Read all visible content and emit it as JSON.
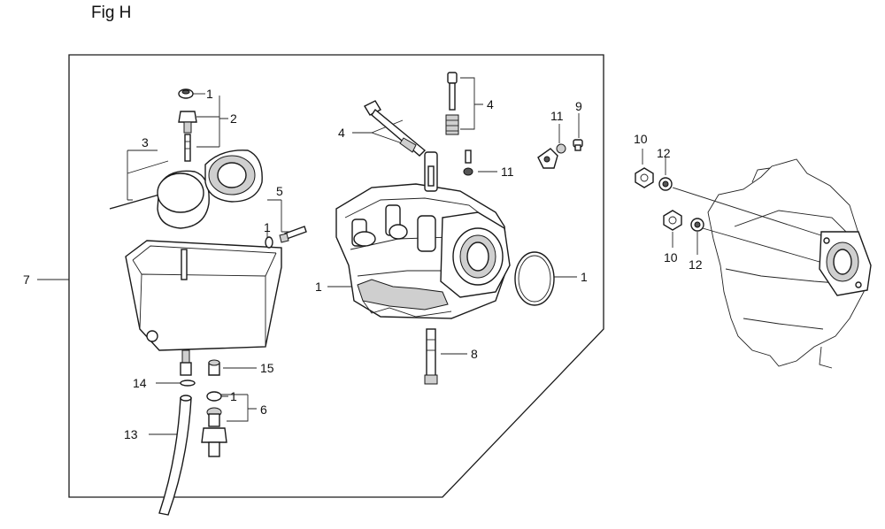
{
  "figure": {
    "title": "Fig H"
  },
  "callouts": {
    "c1_a": "1",
    "c2": "2",
    "c3": "3",
    "c4_a": "4",
    "c4_b": "4",
    "c5": "5",
    "c1_b": "1",
    "c7": "7",
    "c1_c": "1",
    "c1_d": "1",
    "c11_a": "11",
    "c9": "9",
    "c11_b": "11",
    "c8": "8",
    "c14": "14",
    "c15": "15",
    "c1_e": "1",
    "c6": "6",
    "c13": "13",
    "c10_a": "10",
    "c12_a": "12",
    "c10_b": "10",
    "c12_b": "12"
  }
}
